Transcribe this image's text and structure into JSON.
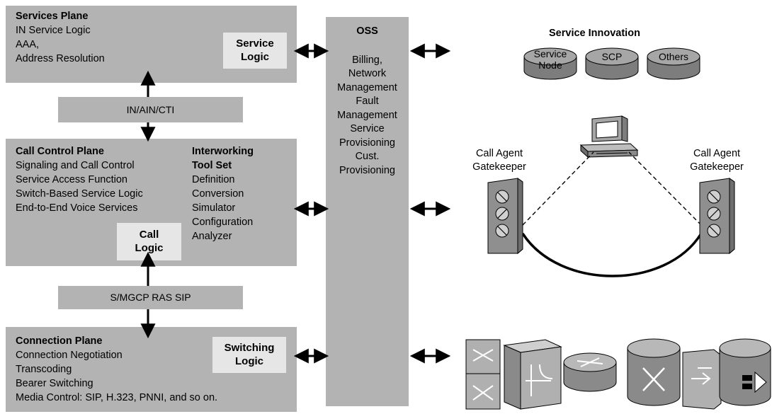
{
  "services_plane": {
    "title": "Services Plane",
    "lines": [
      "IN Service Logic",
      "AAA,",
      "Address Resolution"
    ],
    "box_line1": "Service",
    "box_line2": "Logic"
  },
  "in_band": "IN/AIN/CTI",
  "call_control_plane": {
    "title": "Call Control Plane",
    "lines": [
      "Signaling and Call Control",
      "Service Access Function",
      "Switch-Based Service Logic",
      "End-to-End Voice Services"
    ],
    "box_line1": "Call",
    "box_line2": "Logic",
    "toolset_title_line1": "Interworking",
    "toolset_title_line2": "Tool Set",
    "toolset_items": [
      "Definition",
      "Conversion",
      "Simulator",
      "Configuration",
      "Analyzer"
    ]
  },
  "smgcp_band": "S/MGCP RAS SIP",
  "connection_plane": {
    "title": "Connection Plane",
    "lines": [
      "Connection Negotiation",
      "Transcoding",
      "Bearer Switching",
      "Media Control: SIP, H.323, PNNI, and so on."
    ],
    "box_line1": "Switching",
    "box_line2": "Logic"
  },
  "oss": {
    "title": "OSS",
    "lines": [
      "Billing,",
      "Network",
      "Management",
      "Fault",
      "Management",
      "Service",
      "Provisioning",
      "Cust.",
      "Provisioning"
    ]
  },
  "service_innovation": {
    "title": "Service Innovation",
    "nodes": [
      [
        "Service",
        "Node"
      ],
      [
        "SCP"
      ],
      [
        "Others"
      ]
    ]
  },
  "call_agents": {
    "left_line1": "Call Agent",
    "left_line2": "Gatekeeper",
    "right_line1": "Call Agent",
    "right_line2": "Gatekeeper"
  },
  "colors": {
    "plane_fill": "#b3b3b3",
    "box_fill": "#e6e6e6",
    "device_fill": "#a6a6a6",
    "device_dark": "#6e6e6e"
  },
  "icons": [
    "double-arrow-icon",
    "terminal-icon",
    "gatekeeper-stack-icon",
    "atm-switch-icon",
    "cube-switch-icon",
    "router-icon",
    "x-router-icon",
    "gateway-icon",
    "voice-router-icon"
  ]
}
